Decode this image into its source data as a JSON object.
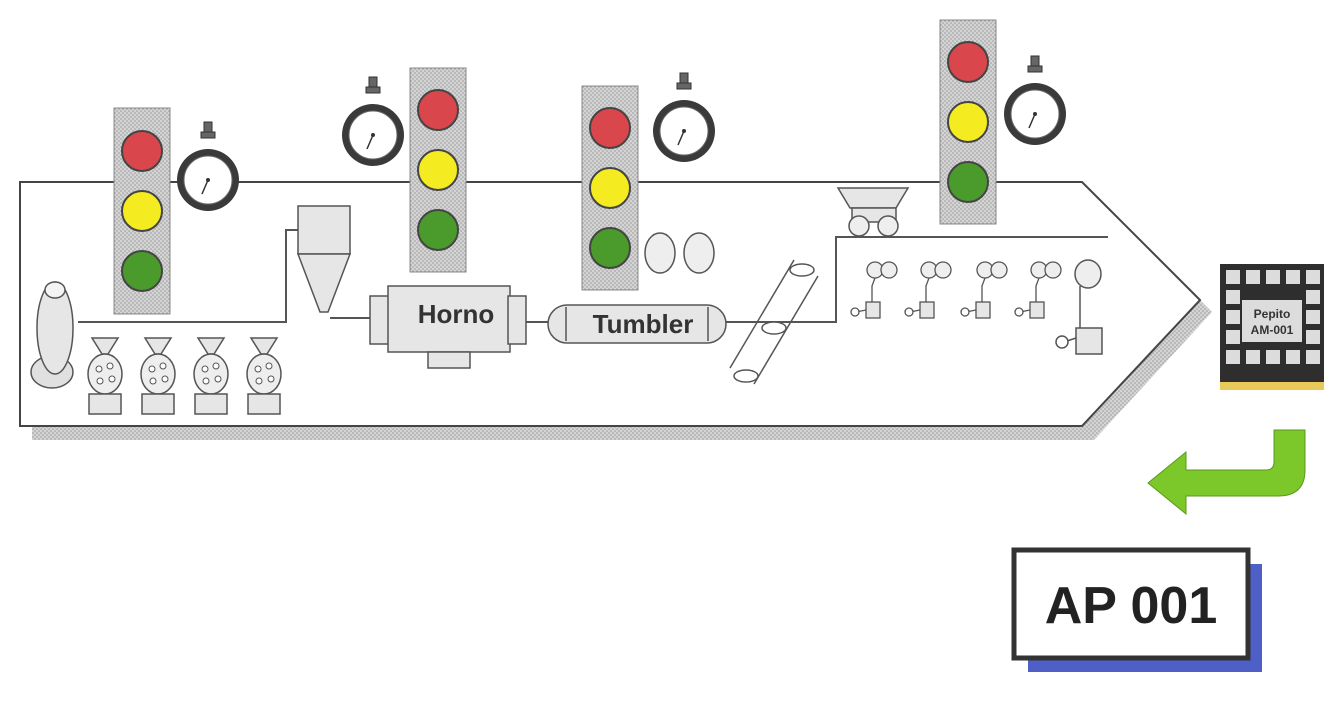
{
  "labels": {
    "oven": "Horno",
    "tumbler": "Tumbler",
    "pallet_line1": "Pepito",
    "pallet_line2": "AM-001",
    "code": "AP 001"
  },
  "colors": {
    "light_red": "#d9464b",
    "light_yellow": "#f4ec21",
    "light_green": "#4a9b2c",
    "arrow_green": "#7cc72a",
    "code_shadow": "#4f5fc8",
    "pallet_base": "#e8c95a",
    "housing": "#c8c8c8",
    "machine": "#e8e8e8",
    "outline": "#444444"
  },
  "icons": {
    "traffic_light": "traffic-light-icon",
    "stopwatch": "stopwatch-icon",
    "return_arrow": "return-arrow-icon",
    "pallet": "pallet-icon"
  },
  "stage_count": 4
}
